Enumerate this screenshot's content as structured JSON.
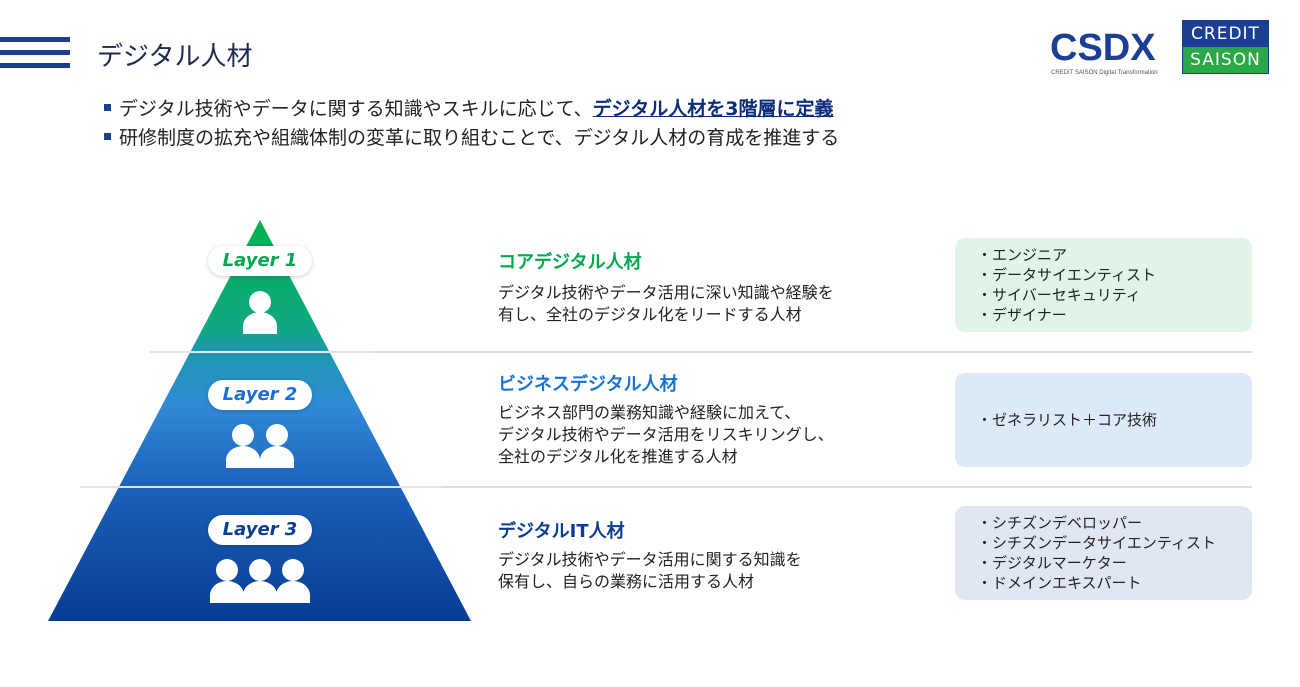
{
  "header": {
    "title": "デジタル人材",
    "logos": {
      "csdx": "CSDX",
      "csdx_sub": "CREDIT SAISON  Digital Transformation",
      "credit": "CREDIT",
      "saison": "SAISON"
    }
  },
  "bullets": [
    {
      "text": "デジタル技術やデータに関する知識やスキルに応じて、",
      "emphasis": "デジタル人材を3階層に定義"
    },
    {
      "text": "研修制度の拡充や組織体制の変革に取り組むことで、デジタル人材の育成を推進する",
      "emphasis": ""
    }
  ],
  "colors": {
    "layer1": "#00a94f",
    "layer2": "#1a73d1",
    "layer3": "#0b3d91"
  },
  "layers": [
    {
      "label": "Layer 1",
      "title": "コアデジタル人材",
      "desc": [
        "デジタル技術やデータ活用に深い知識や経験を",
        "有し、全社のデジタル化をリードする人材"
      ],
      "roles": [
        "・エンジニア",
        "・データサイエンティスト",
        "・サイバーセキュリティ",
        "・デザイナー"
      ]
    },
    {
      "label": "Layer 2",
      "title": "ビジネスデジタル人材",
      "desc": [
        "ビジネス部門の業務知識や経験に加えて、",
        "デジタル技術やデータ活用をリスキリングし、",
        "全社のデジタル化を推進する人材"
      ],
      "roles": [
        "・ゼネラリスト＋コア技術"
      ]
    },
    {
      "label": "Layer 3",
      "title": "デジタルIT人材",
      "desc": [
        "デジタル技術やデータ活用に関する知識を",
        "保有し、自らの業務に活用する人材"
      ],
      "roles": [
        "・シチズンデベロッパー",
        "・シチズンデータサイエンティスト",
        "・デジタルマーケター",
        "・ドメインエキスパート"
      ]
    }
  ]
}
